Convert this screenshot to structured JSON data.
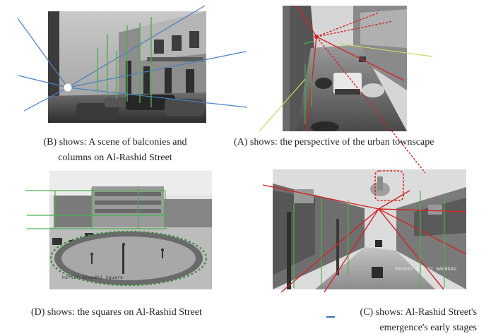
{
  "figures": [
    {
      "id": "B",
      "caption_line1": "(B) shows: A scene of balconies and",
      "caption_line2": "columns on Al-Rashid Street"
    },
    {
      "id": "A",
      "caption_line1": "(A) shows: the perspective of the urban townscape"
    },
    {
      "id": "D",
      "caption_line1": "(D) shows: the squares on Al-Rashid Street",
      "photo_label": "Hafidh Alqadhi Square"
    },
    {
      "id": "C",
      "caption_line1": "(C) shows: Al-Rashid Street's",
      "caption_line2": "emergence's early stages",
      "photo_label": "RASHID STREET BAGHDAD"
    }
  ],
  "colors": {
    "blue_line": "#4a7fc1",
    "green_line": "#4caf50",
    "red_line": "#d42424",
    "yellow_line": "#c8d86a"
  }
}
